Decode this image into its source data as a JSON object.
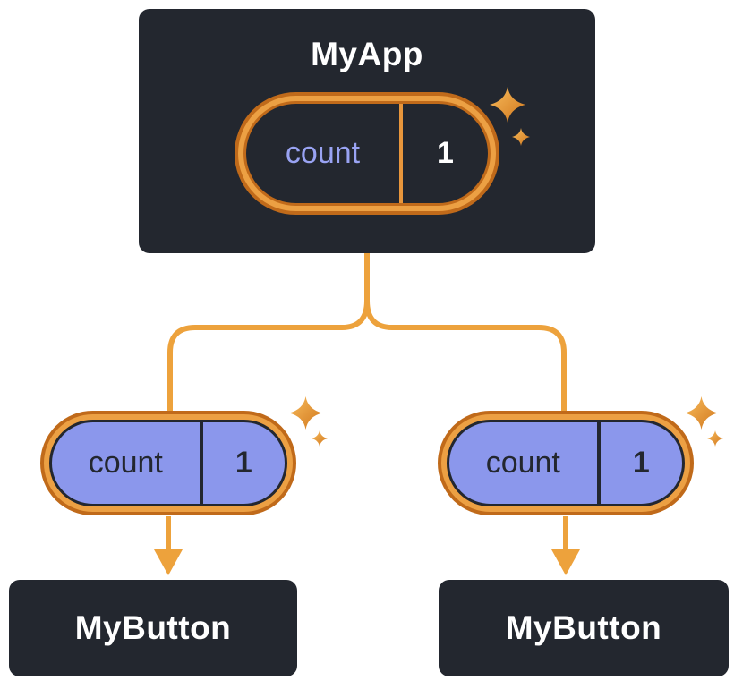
{
  "diagram": {
    "root": {
      "title": "MyApp",
      "state": {
        "key": "count",
        "value": "1"
      }
    },
    "children": [
      {
        "title": "MyButton",
        "prop": {
          "key": "count",
          "value": "1"
        }
      },
      {
        "title": "MyButton",
        "prop": {
          "key": "count",
          "value": "1"
        }
      }
    ],
    "icons": {
      "sparkle": "four-point-star"
    },
    "colors": {
      "background": "#FFFFFF",
      "node_background": "#23272F",
      "node_text": "#FFFFFF",
      "pill_ring_band": "#ECA043",
      "pill_ring_edge": "#C06A1A",
      "pill_dark_background": "#23272F",
      "pill_purple_background": "#8B97EC",
      "state_key_text": "#99A3F3",
      "state_value_text": "#FFFFFF",
      "prop_text": "#23272F",
      "connector": "#EDA23C"
    }
  }
}
